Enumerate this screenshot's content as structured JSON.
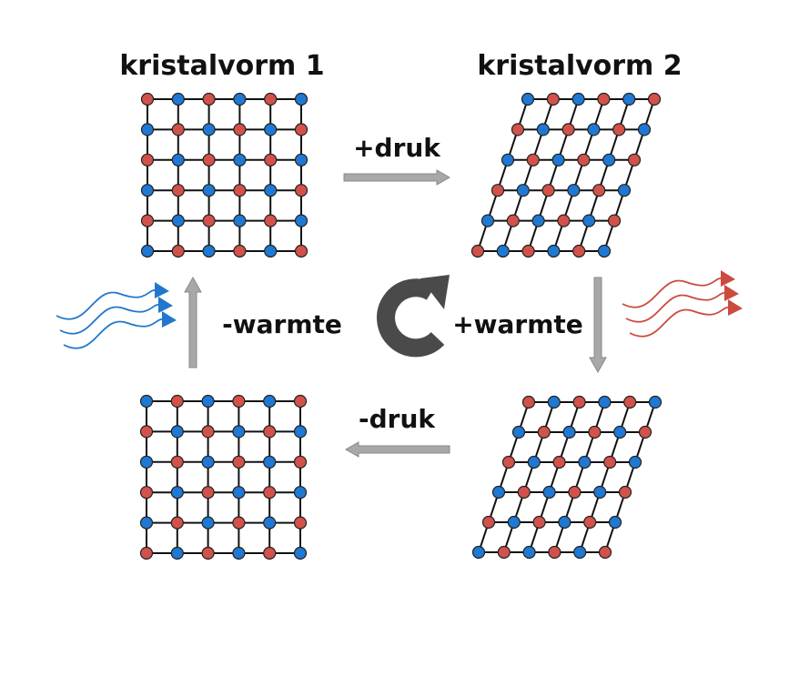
{
  "labels": {
    "form1_title": "kristalvorm 1",
    "form2_title": "kristalvorm 2",
    "plus_pressure": "+druk",
    "minus_pressure": "-druk",
    "plus_heat": "+warmte",
    "minus_heat": "-warmte"
  },
  "lattice": {
    "rows": 6,
    "cols": 6,
    "pattern": "checkerboard"
  },
  "colors": {
    "atom_red": "#d0524a",
    "atom_blue": "#1f78d1",
    "grid_line": "#111111",
    "process_arrow": "#a8a8a8",
    "cycle_arrow": "#4a4a4a",
    "heat_out": "#2277cc",
    "heat_in": "#cc4a3e"
  },
  "icons": {
    "cycle": "rotate-clockwise-icon",
    "heat_out": "heat-waves-icon",
    "heat_in": "heat-waves-icon"
  }
}
